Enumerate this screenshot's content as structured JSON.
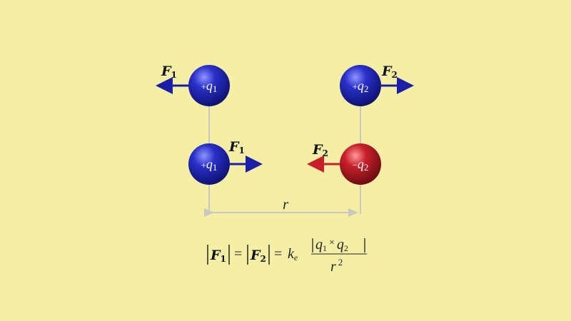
{
  "colors": {
    "background": "#f5efa6",
    "positive": "#1b1fa8",
    "negative": "#b01820",
    "guide": "#c8c8c0"
  },
  "top_row": {
    "charge1": {
      "sign": "+",
      "symbol": "q",
      "index": "1"
    },
    "charge2": {
      "sign": "+",
      "symbol": "q",
      "index": "2"
    },
    "force1": {
      "symbol": "F",
      "index": "1"
    },
    "force2": {
      "symbol": "F",
      "index": "2"
    }
  },
  "bottom_row": {
    "charge1": {
      "sign": "+",
      "symbol": "q",
      "index": "1"
    },
    "charge2": {
      "sign": "−",
      "symbol": "q",
      "index": "2"
    },
    "force1": {
      "symbol": "F",
      "index": "1"
    },
    "force2": {
      "symbol": "F",
      "index": "2"
    }
  },
  "distance_label": "r",
  "formula": {
    "lhs1": "F",
    "lhs1_index": "1",
    "equals": "=",
    "lhs2": "F",
    "lhs2_index": "2",
    "constant": "k",
    "constant_index": "e",
    "numerator_q1": "q",
    "numerator_q1_index": "1",
    "times": "×",
    "numerator_q2": "q",
    "numerator_q2_index": "2",
    "denominator": "r",
    "denominator_power": "2"
  }
}
